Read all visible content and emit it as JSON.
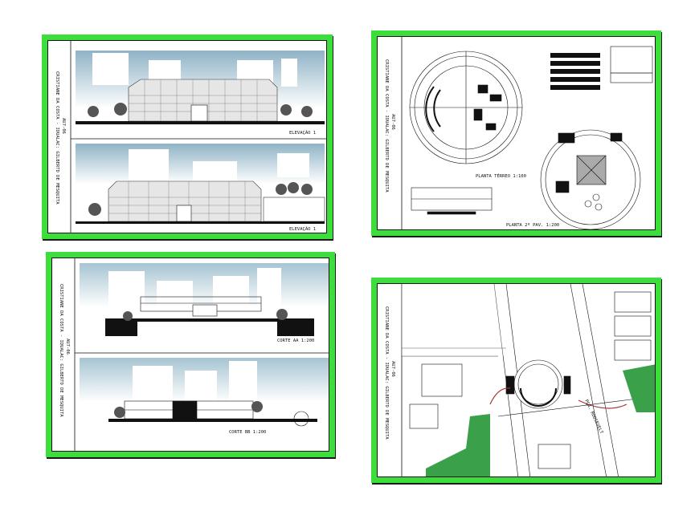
{
  "sheets": {
    "elevations": {
      "author_line": "CRISTIANE DA COSTA - IDUALAC: GILBERTO DE MESQUITA",
      "sheet_code": "AU7-06",
      "label_top": "ELEVAÇÃO 1",
      "label_bottom": "ELEVAÇÃO 1"
    },
    "plans": {
      "author_line": "CRISTIANE DA COSTA - IDUALAC: GILBERTO DE MESQUITA",
      "sheet_code": "AU7-06",
      "label_ground": "PLANTA TÉRREO 1:100",
      "label_second": "PLANTA 2º PAV. 1:200"
    },
    "sections": {
      "author_line": "CRISTIANE DA COSTA - IDUALAC: GILBERTO DE MESQUITA",
      "sheet_code": "AU7-06",
      "label_aa": "CORTE AA 1:200",
      "label_bb": "CORTE BB 1:200"
    },
    "site": {
      "author_line": "CRISTIANE DA COSTA - IDUALAC: GILBERTO DE MESQUITA",
      "sheet_code": "AU7-06",
      "street_label": "PÇA. ROOSEVELT"
    }
  },
  "colors": {
    "sheet_border": "#3cde3c",
    "sky": "#9fbfcf",
    "glass": "#d9d9d9",
    "green_area": "#3aa14a"
  }
}
